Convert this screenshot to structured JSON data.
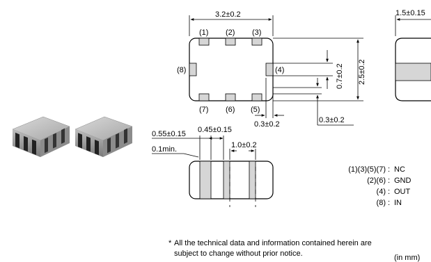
{
  "dimensions": {
    "width": "3.2±0.2",
    "height": "2.5±0.2",
    "side_thickness": "1.5±0.15",
    "pad_height": "0.7±0.2",
    "pad_width": "0.3±0.2",
    "pad_width_right": "0.3±0.2",
    "edge_offset": "0.55±0.15",
    "pad_pitch": "0.45±0.15",
    "min_gap": "0.1min.",
    "bottom_span": "1.0±0.2"
  },
  "pins": {
    "p1": "(1)",
    "p2": "(2)",
    "p3": "(3)",
    "p4": "(4)",
    "p5": "(5)",
    "p6": "(6)",
    "p7": "(7)",
    "p8": "(8)"
  },
  "legend": [
    {
      "pins": "(1)(3)(5)(7)",
      "sep": ":",
      "name": "NC"
    },
    {
      "pins": "(2)(6)",
      "sep": ":",
      "name": "GND"
    },
    {
      "pins": "(4)",
      "sep": ":",
      "name": "OUT"
    },
    {
      "pins": "(8)",
      "sep": ":",
      "name": "IN"
    }
  ],
  "notes": {
    "line1": "All the technical data and information contained herein are",
    "line2": "subject to change without prior notice.",
    "unit": "(in mm)",
    "bullet": "*"
  },
  "colors": {
    "pad": "#d6d6d6",
    "line": "#000000",
    "component_body": "#9a9a9a",
    "component_band": "#2b2b2b"
  }
}
